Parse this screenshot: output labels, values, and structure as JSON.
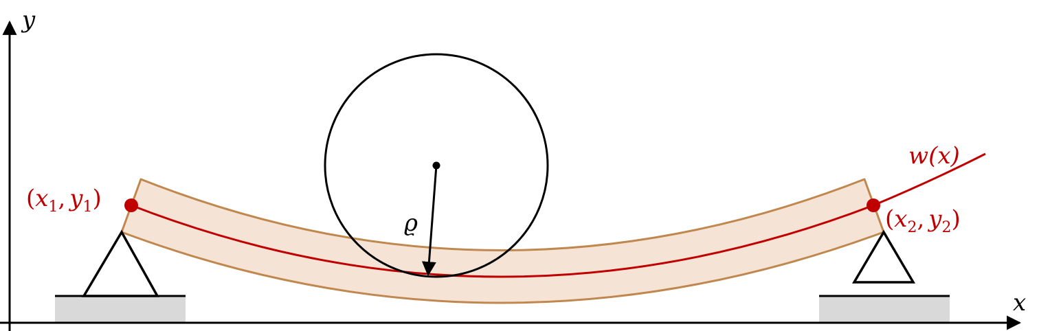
{
  "axes": {
    "x_label": "x",
    "y_label": "y"
  },
  "labels": {
    "curve": "w(x)",
    "radius": "ϱ",
    "point1": {
      "open": "(",
      "x": "x",
      "x_sub": "1",
      "sep": ",",
      "y": "y",
      "y_sub": "1",
      "close": ")"
    },
    "point2": {
      "open": "(",
      "x": "x",
      "x_sub": "2",
      "sep": ",",
      "y": "y",
      "y_sub": "2",
      "close": ")"
    }
  },
  "colors": {
    "beam_fill": "#f5e4d6",
    "beam_stroke": "#c0874e",
    "curve": "#c00000",
    "support_base": "#d9d9d9",
    "ink": "#000000"
  }
}
